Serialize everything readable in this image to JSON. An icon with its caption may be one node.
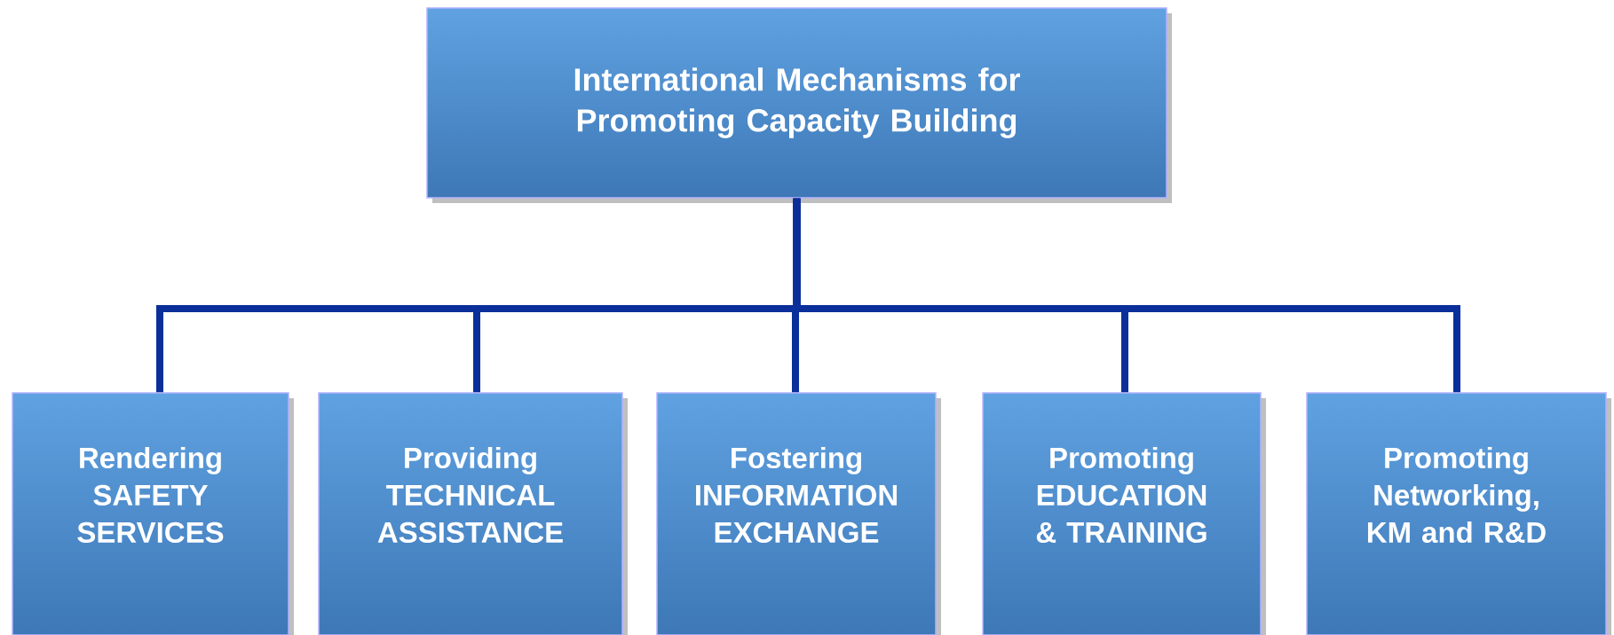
{
  "diagram": {
    "nodes": [
      {
        "text": [
          "International Mechanisms for Promoting Capacity Building"
        ]
      },
      {
        "text": [
          "Rendering SAFETY SERVICES"
        ]
      },
      {
        "text": [
          "Providing TECHNICAL ASSISTANCE"
        ]
      },
      {
        "text": [
          "Fostering INFORMATION EXCHANGE"
        ]
      },
      {
        "text": [
          "Promoting EDUCATION & TRAINING"
        ]
      },
      {
        "text": [
          "Promoting Networking, KM and R&D"
        ]
      }
    ],
    "edges": [
      {
        "from": 0,
        "to": 1,
        "arrow": "none"
      },
      {
        "from": 0,
        "to": 2,
        "arrow": "none"
      },
      {
        "from": 0,
        "to": 3,
        "arrow": "none"
      },
      {
        "from": 0,
        "to": 4,
        "arrow": "none"
      },
      {
        "from": 0,
        "to": 5,
        "arrow": "none"
      }
    ]
  }
}
